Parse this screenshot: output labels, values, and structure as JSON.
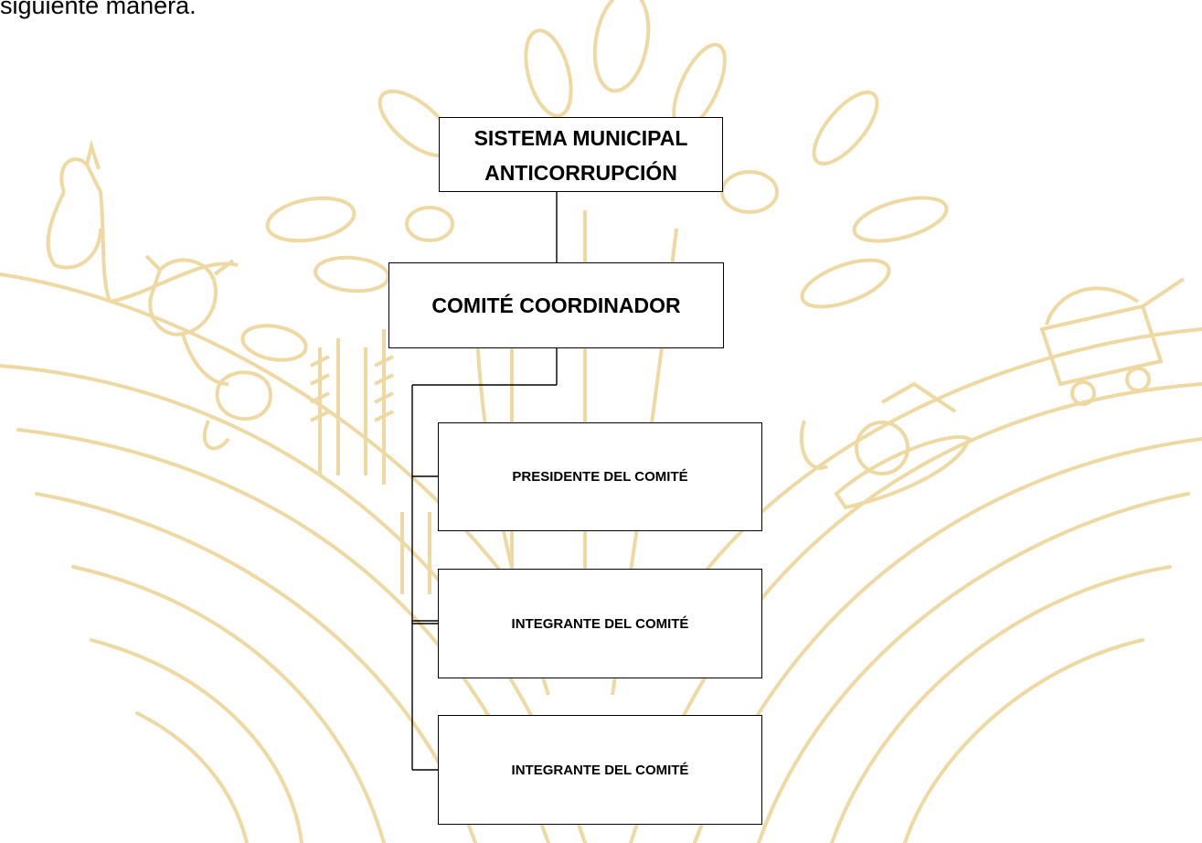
{
  "intro": {
    "text": "siguiente manera."
  },
  "watermark": {
    "color": "#eed9a3",
    "icons": [
      "wheat-icon",
      "horse-icon",
      "cow-icon",
      "pig-icon",
      "mine-cart-icon",
      "gold-pan-icon",
      "seed-leaves-icon"
    ]
  },
  "org_chart": {
    "root": {
      "line1": "SISTEMA MUNICIPAL",
      "line2": "ANTICORRUPCIÓN"
    },
    "committee": {
      "label": "COMITÉ COORDINADOR"
    },
    "members": [
      {
        "label": "PRESIDENTE DEL COMITÉ"
      },
      {
        "label": "INTEGRANTE DEL COMITÉ"
      },
      {
        "label": "INTEGRANTE DEL COMITÉ"
      }
    ]
  },
  "colors": {
    "line": "#000000",
    "box_border": "#000000",
    "text": "#000000"
  }
}
